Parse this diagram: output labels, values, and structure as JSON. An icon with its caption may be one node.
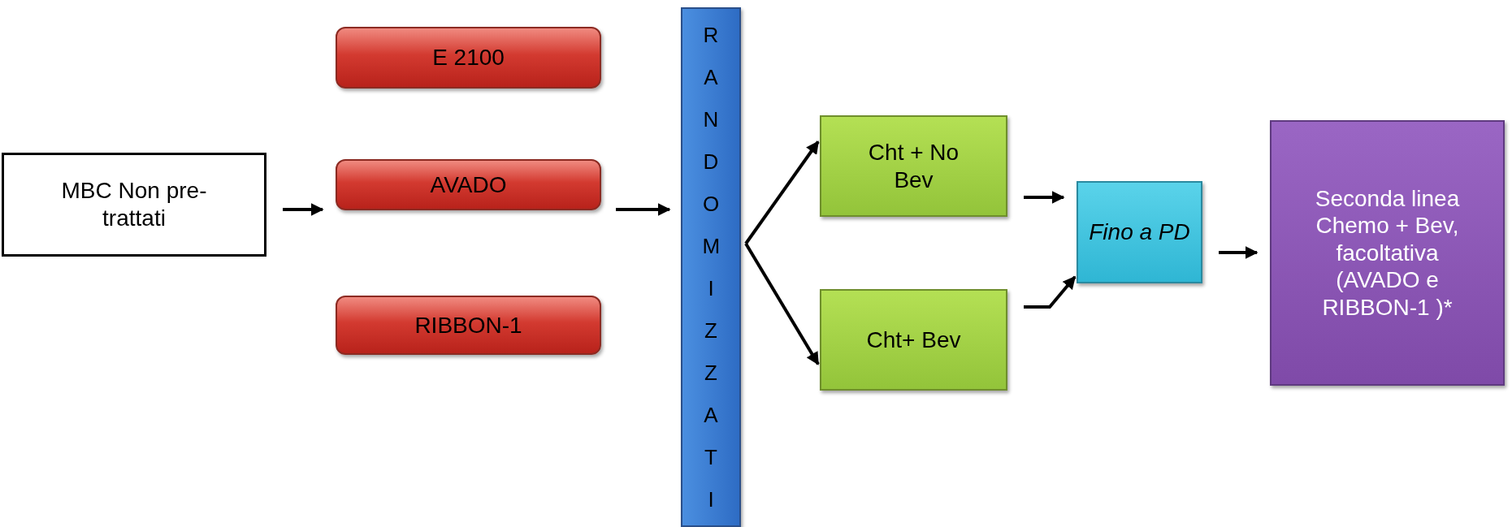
{
  "diagram": {
    "nodes": [
      {
        "text": [
          "MBC Non pre-trattati"
        ]
      },
      {
        "text": [
          "E 2100"
        ]
      },
      {
        "text": [
          "AVADO"
        ]
      },
      {
        "text": [
          "RIBBON-1"
        ]
      },
      {
        "text": [
          "RANDOMIZZATI"
        ]
      },
      {
        "text": [
          "Cht + No Bev"
        ]
      },
      {
        "text": [
          "Cht+ Bev"
        ]
      },
      {
        "text": [
          "Fino a PD"
        ]
      },
      {
        "text": [
          "Seconda linea Chemo + Bev, facoltativa (AVADO e RIBBON-1 )*"
        ]
      }
    ],
    "edges": [
      {
        "from": 0,
        "to": 2,
        "arrow": "to"
      },
      {
        "from": 2,
        "to": 4,
        "arrow": "to"
      },
      {
        "from": 4,
        "to": 5,
        "arrow": "to"
      },
      {
        "from": 4,
        "to": 6,
        "arrow": "to"
      },
      {
        "from": 5,
        "to": 7,
        "arrow": "to"
      },
      {
        "from": 6,
        "to": 7,
        "arrow": "to"
      },
      {
        "from": 7,
        "to": 8,
        "arrow": "to"
      }
    ]
  }
}
